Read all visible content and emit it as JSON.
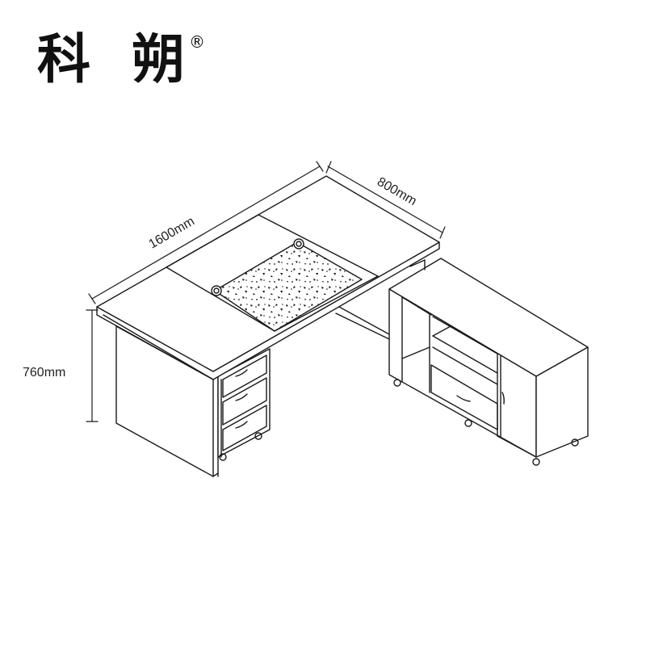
{
  "brand": {
    "name": "科 朔",
    "registered_mark": "®"
  },
  "dimensions": {
    "length": "1600mm",
    "depth": "800mm",
    "height": "760mm"
  },
  "colors": {
    "line": "#1a1a1a",
    "background": "#ffffff"
  }
}
